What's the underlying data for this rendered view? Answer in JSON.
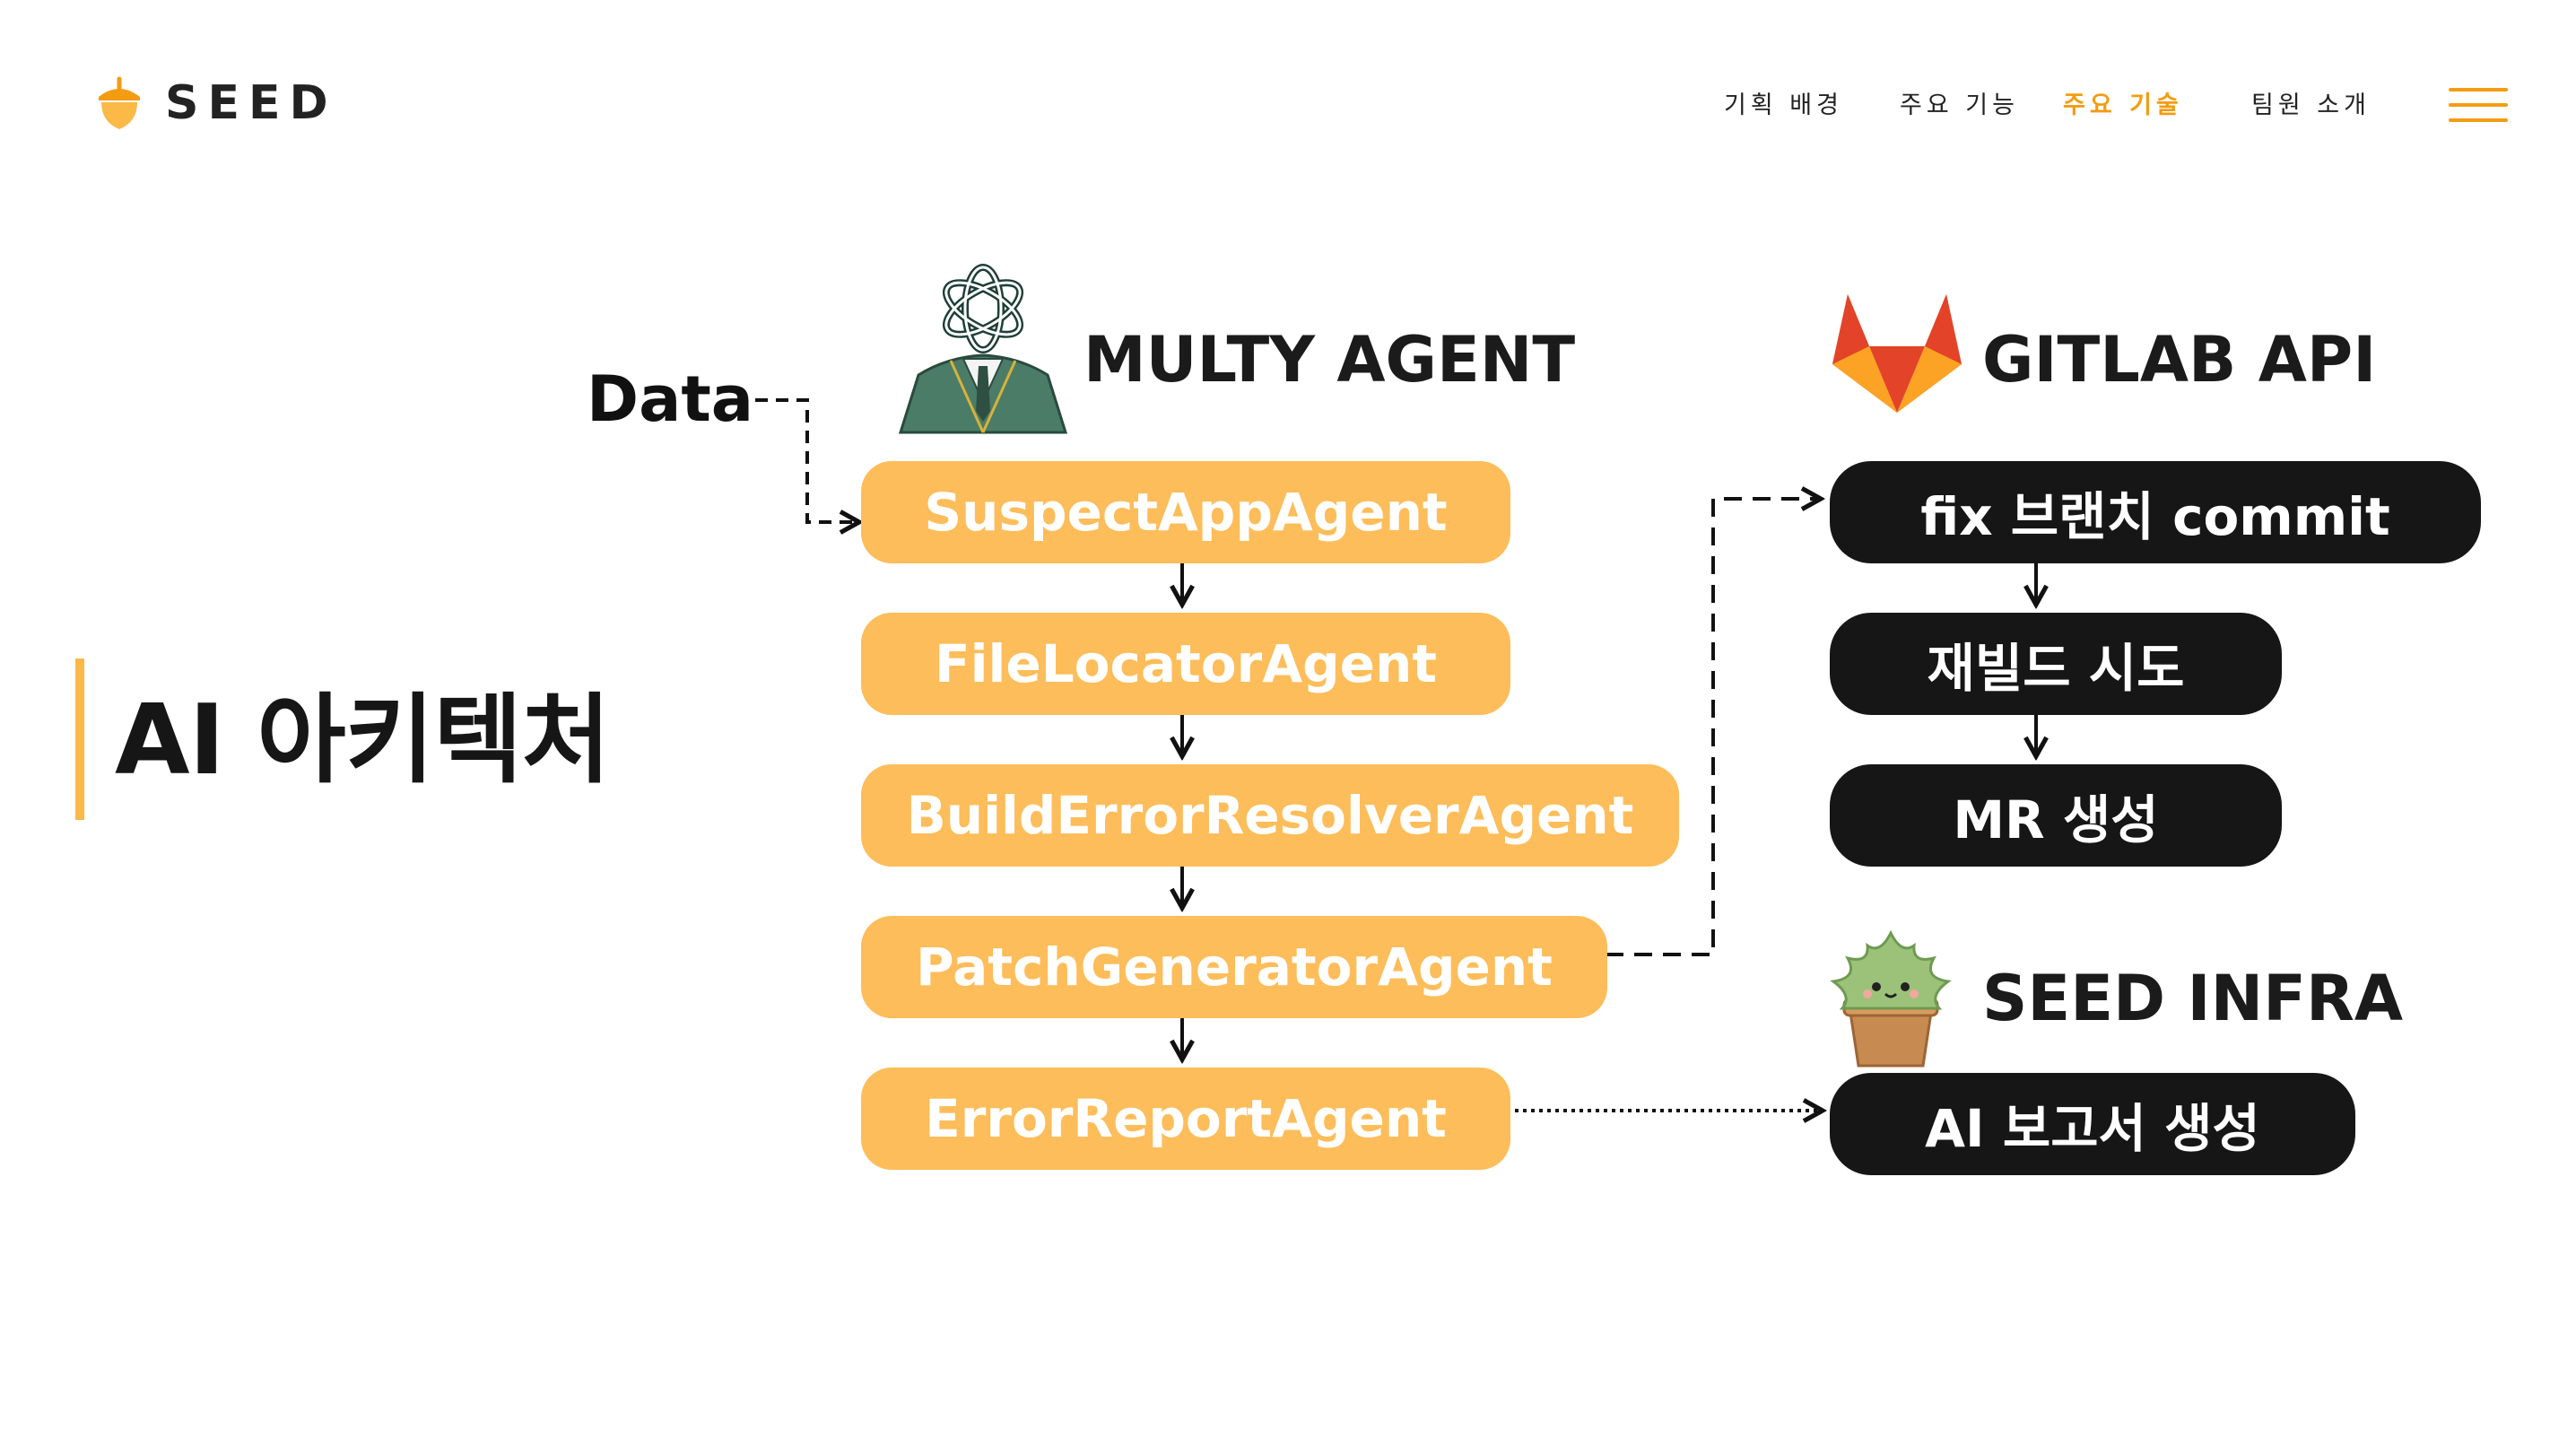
{
  "header": {
    "logo_text": "SEED",
    "nav": [
      {
        "label": "기획 배경",
        "active": false
      },
      {
        "label": "주요 기능",
        "active": false
      },
      {
        "label": "주요 기술",
        "active": true
      },
      {
        "label": "팀원 소개",
        "active": false
      }
    ],
    "accent_color": "#f39c12"
  },
  "page": {
    "title": "AI 아키텍처"
  },
  "diagram": {
    "data_label": "Data",
    "multy_agent": {
      "heading": "MULTY AGENT",
      "icon": "gpt-agent-icon",
      "agents": [
        "SuspectAppAgent",
        "FileLocatorAgent",
        "BuildErrorResolverAgent",
        "PatchGeneratorAgent",
        "ErrorReportAgent"
      ],
      "color": "#fdbd5a"
    },
    "gitlab_api": {
      "heading": "GITLAB API",
      "icon": "gitlab-fox-icon",
      "steps": [
        "fix 브랜치 commit",
        "재빌드 시도",
        "MR 생성"
      ]
    },
    "seed_infra": {
      "heading": "SEED INFRA",
      "icon": "succulent-mascot-icon",
      "steps": [
        "AI 보고서 생성"
      ]
    }
  }
}
